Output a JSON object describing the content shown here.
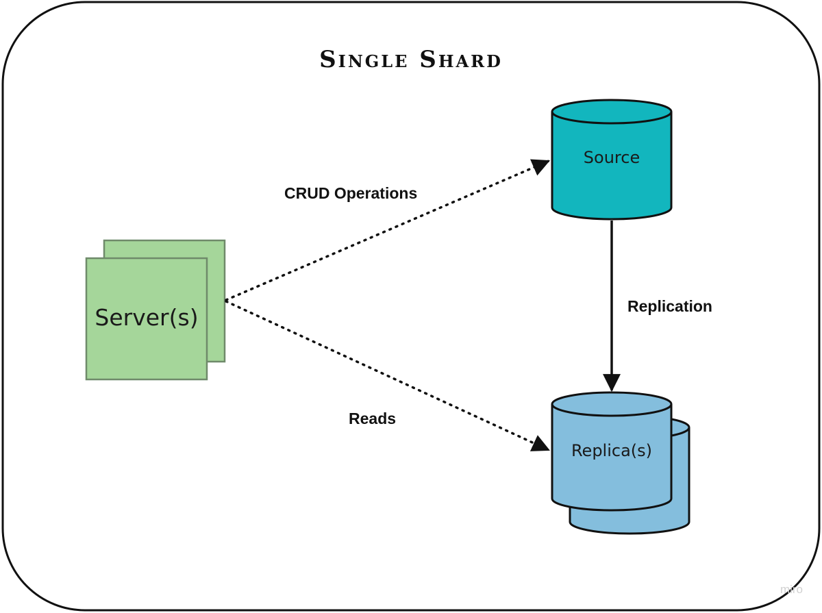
{
  "diagram": {
    "title": "Single Shard",
    "nodes": {
      "server": {
        "label": "Server(s)",
        "fill": "#a5d69a",
        "stroke": "#6f8a6a"
      },
      "source": {
        "label": "Source",
        "fill": "#12b6be",
        "stroke": "#111111"
      },
      "replica": {
        "label": "Replica(s)",
        "fill": "#84bedd",
        "stroke": "#111111"
      }
    },
    "edges": {
      "crud": {
        "label": "CRUD Operations"
      },
      "reads": {
        "label": "Reads"
      },
      "replication": {
        "label": "Replication"
      }
    },
    "watermark": "miro"
  }
}
